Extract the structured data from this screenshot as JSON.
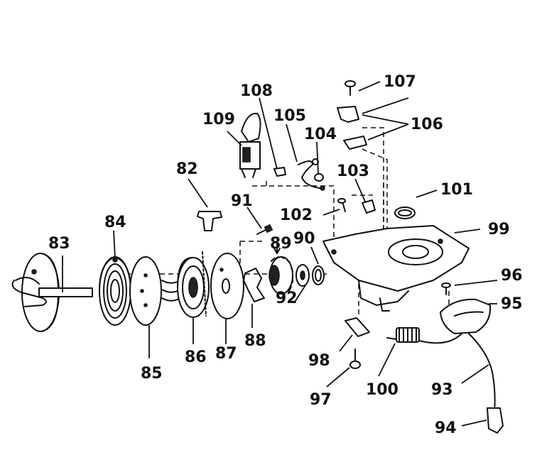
{
  "labels": [
    {
      "id": "82",
      "text": "82"
    },
    {
      "id": "83",
      "text": "83"
    },
    {
      "id": "84",
      "text": "84"
    },
    {
      "id": "85",
      "text": "85"
    },
    {
      "id": "86",
      "text": "86"
    },
    {
      "id": "87",
      "text": "87"
    },
    {
      "id": "88",
      "text": "88"
    },
    {
      "id": "89",
      "text": "89"
    },
    {
      "id": "90",
      "text": "90"
    },
    {
      "id": "91",
      "text": "91"
    },
    {
      "id": "92",
      "text": "92"
    },
    {
      "id": "93",
      "text": "93"
    },
    {
      "id": "94",
      "text": "94"
    },
    {
      "id": "95",
      "text": "95"
    },
    {
      "id": "96",
      "text": "96"
    },
    {
      "id": "97",
      "text": "97"
    },
    {
      "id": "98",
      "text": "98"
    },
    {
      "id": "99",
      "text": "99"
    },
    {
      "id": "100",
      "text": "100"
    },
    {
      "id": "101",
      "text": "101"
    },
    {
      "id": "102",
      "text": "102"
    },
    {
      "id": "103",
      "text": "103"
    },
    {
      "id": "104",
      "text": "104"
    },
    {
      "id": "105",
      "text": "105"
    },
    {
      "id": "106",
      "text": "106"
    },
    {
      "id": "107",
      "text": "107"
    },
    {
      "id": "108",
      "text": "108"
    },
    {
      "id": "109",
      "text": "109"
    }
  ]
}
